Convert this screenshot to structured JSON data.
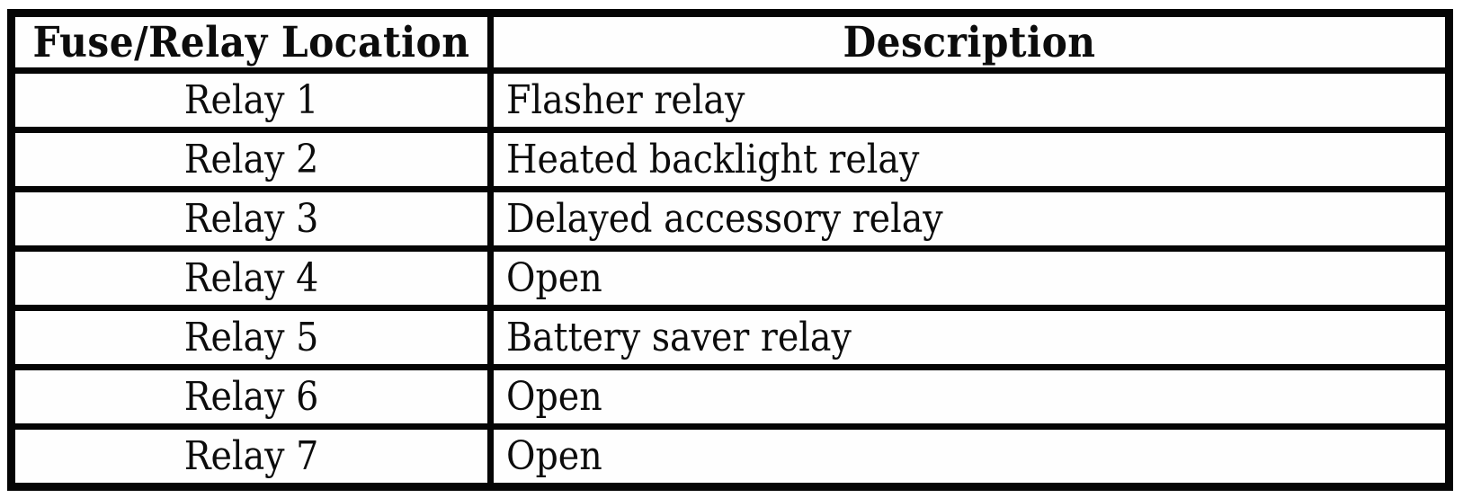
{
  "table": {
    "headers": {
      "location": "Fuse/Relay Location",
      "description": "Description"
    },
    "rows": [
      {
        "location": "Relay 1",
        "description": "Flasher relay"
      },
      {
        "location": "Relay 2",
        "description": "Heated backlight relay"
      },
      {
        "location": "Relay 3",
        "description": "Delayed accessory relay"
      },
      {
        "location": "Relay 4",
        "description": "Open"
      },
      {
        "location": "Relay 5",
        "description": "Battery saver relay"
      },
      {
        "location": "Relay 6",
        "description": "Open"
      },
      {
        "location": "Relay 7",
        "description": "Open"
      }
    ],
    "colors": {
      "border": "#050505",
      "background": "#fefefe",
      "text": "#0c0c0c"
    }
  }
}
